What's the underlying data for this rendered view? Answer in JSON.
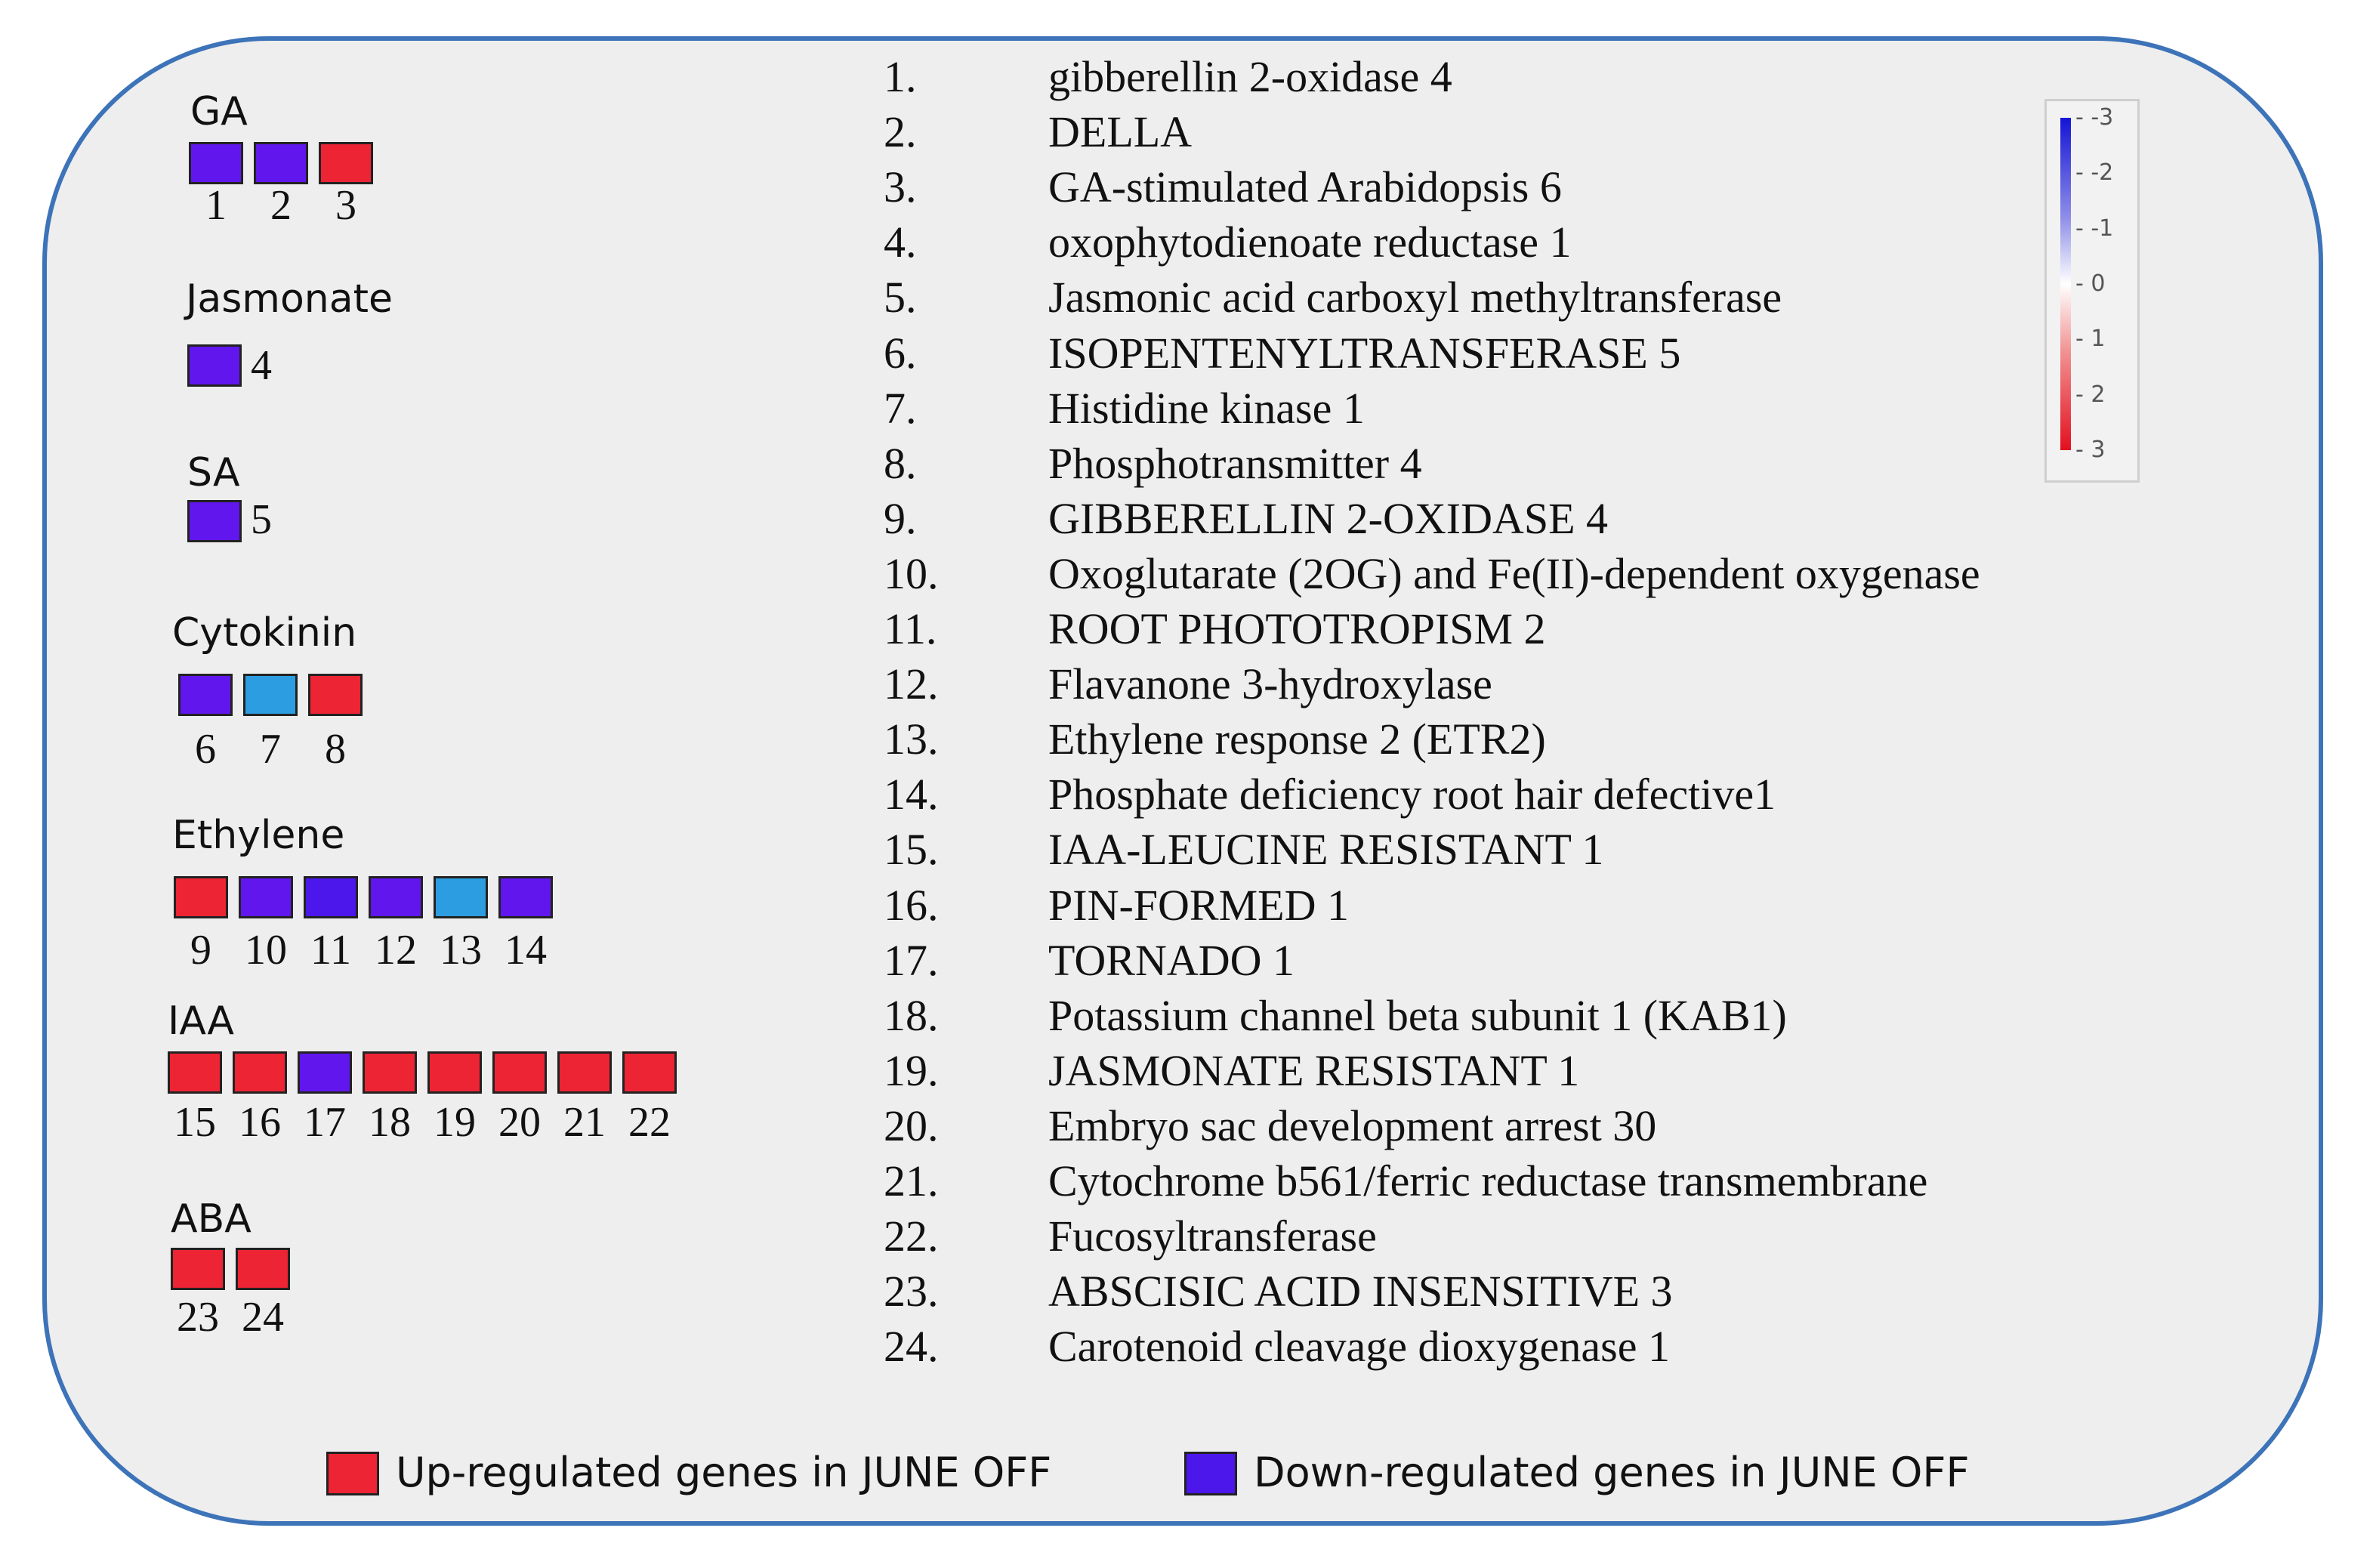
{
  "colors": {
    "up": "#ec2434",
    "down": "#6216ee",
    "down_alt": "#4b17ea",
    "mid_blue": "#2b9de0",
    "panel_bg": "#eeeeee",
    "panel_border": "#3d73b8"
  },
  "groups": [
    {
      "title": "GA",
      "items": [
        {
          "n": "1",
          "dir": "down"
        },
        {
          "n": "2",
          "dir": "down"
        },
        {
          "n": "3",
          "dir": "up"
        }
      ]
    },
    {
      "title": "Jasmonate",
      "items": [
        {
          "n": "4",
          "dir": "down"
        }
      ]
    },
    {
      "title": "SA",
      "items": [
        {
          "n": "5",
          "dir": "down"
        }
      ]
    },
    {
      "title": "Cytokinin",
      "items": [
        {
          "n": "6",
          "dir": "down"
        },
        {
          "n": "7",
          "dir": "mid_blue"
        },
        {
          "n": "8",
          "dir": "up"
        }
      ]
    },
    {
      "title": "Ethylene",
      "items": [
        {
          "n": "9",
          "dir": "up"
        },
        {
          "n": "10",
          "dir": "down"
        },
        {
          "n": "11",
          "dir": "down_alt"
        },
        {
          "n": "12",
          "dir": "down"
        },
        {
          "n": "13",
          "dir": "mid_blue"
        },
        {
          "n": "14",
          "dir": "down"
        }
      ]
    },
    {
      "title": "IAA",
      "items": [
        {
          "n": "15",
          "dir": "up"
        },
        {
          "n": "16",
          "dir": "up"
        },
        {
          "n": "17",
          "dir": "down"
        },
        {
          "n": "18",
          "dir": "up"
        },
        {
          "n": "19",
          "dir": "up"
        },
        {
          "n": "20",
          "dir": "up"
        },
        {
          "n": "21",
          "dir": "up"
        },
        {
          "n": "22",
          "dir": "up"
        }
      ]
    },
    {
      "title": "ABA",
      "items": [
        {
          "n": "23",
          "dir": "up"
        },
        {
          "n": "24",
          "dir": "up"
        }
      ]
    }
  ],
  "genes": [
    {
      "idx": "1.",
      "name": "gibberellin 2-oxidase 4"
    },
    {
      "idx": "2.",
      "name": "DELLA"
    },
    {
      "idx": "3.",
      "name": "GA-stimulated Arabidopsis 6"
    },
    {
      "idx": "4.",
      "name": "oxophytodienoate reductase 1"
    },
    {
      "idx": "5.",
      "name": "Jasmonic acid carboxyl methyltransferase"
    },
    {
      "idx": "6.",
      "name": "ISOPENTENYLTRANSFERASE 5"
    },
    {
      "idx": "7.",
      "name": "Histidine kinase 1"
    },
    {
      "idx": "8.",
      "name": "Phosphotransmitter 4"
    },
    {
      "idx": "9.",
      "name": "GIBBERELLIN 2-OXIDASE 4"
    },
    {
      "idx": "10.",
      "name": "Oxoglutarate (2OG) and Fe(II)-dependent oxygenase"
    },
    {
      "idx": "11.",
      "name": "ROOT PHOTOTROPISM 2"
    },
    {
      "idx": "12.",
      "name": "Flavanone 3-hydroxylase"
    },
    {
      "idx": "13.",
      "name": "Ethylene response 2 (ETR2)"
    },
    {
      "idx": "14.",
      "name": "Phosphate deficiency root hair defective1"
    },
    {
      "idx": "15.",
      "name": "IAA-LEUCINE RESISTANT 1"
    },
    {
      "idx": "16.",
      "name": "PIN-FORMED 1"
    },
    {
      "idx": "17.",
      "name": "TORNADO 1"
    },
    {
      "idx": "18.",
      "name": "Potassium channel beta subunit 1 (KAB1)"
    },
    {
      "idx": "19.",
      "name": "JASMONATE RESISTANT 1"
    },
    {
      "idx": "20.",
      "name": "Embryo sac development arrest 30"
    },
    {
      "idx": "21.",
      "name": "Cytochrome b561/ferric reductase transmembrane"
    },
    {
      "idx": "22.",
      "name": "Fucosyltransferase"
    },
    {
      "idx": "23.",
      "name": "ABSCISIC ACID INSENSITIVE 3"
    },
    {
      "idx": "24.",
      "name": "Carotenoid cleavage dioxygenase 1"
    }
  ],
  "scale": {
    "ticks": [
      "-3",
      "-2",
      "-1",
      "0",
      "1",
      "2",
      "3"
    ]
  },
  "legend": {
    "up_label": "Up-regulated genes in JUNE OFF",
    "down_label": "Down-regulated genes in JUNE OFF"
  }
}
